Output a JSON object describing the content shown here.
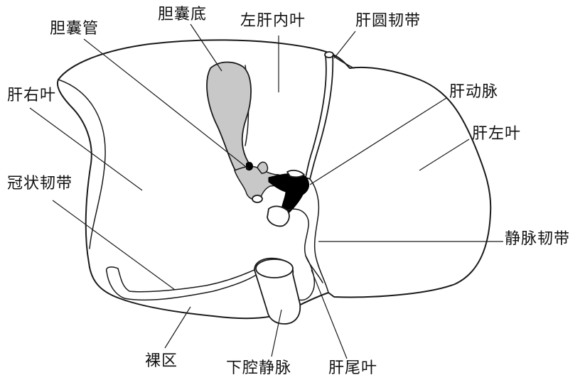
{
  "colors": {
    "outline": "#1a1a1a",
    "gallbladder_fill": "#c8c8c8",
    "vessel_fill": "#000000",
    "background": "#ffffff"
  },
  "labels": {
    "gallbladder_duct": "胆囊管",
    "gallbladder_fundus": "胆囊底",
    "left_lobe_medial": "左肝内叶",
    "round_ligament": "肝圆韧带",
    "right_lobe": "肝右叶",
    "hepatic_artery": "肝动脉",
    "left_lobe": "肝左叶",
    "coronary_ligament": "冠状韧带",
    "venous_ligament": "静脉韧带",
    "bare_area": "裸区",
    "inferior_vena_cava": "下腔静脉",
    "caudate_lobe": "肝尾叶"
  }
}
